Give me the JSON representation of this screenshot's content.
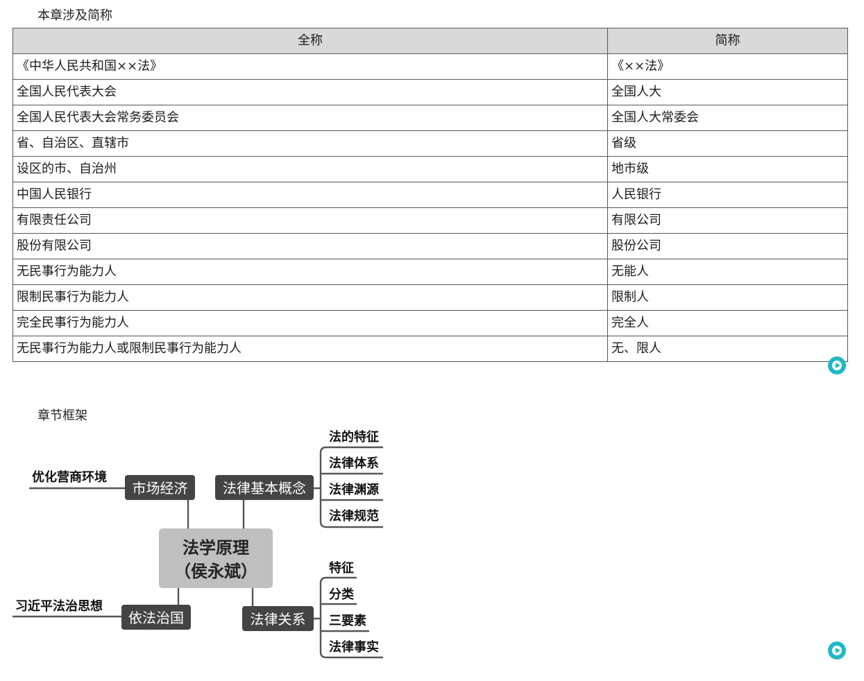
{
  "abbreviations": {
    "section_title": "本章涉及简称",
    "headers": {
      "full": "全称",
      "short": "简称"
    },
    "rows": [
      {
        "full": "《中华人民共和国××法》",
        "short": "《××法》"
      },
      {
        "full": "全国人民代表大会",
        "short": "全国人大"
      },
      {
        "full": "全国人民代表大会常务委员会",
        "short": "全国人大常委会"
      },
      {
        "full": "省、自治区、直辖市",
        "short": "省级"
      },
      {
        "full": "设区的市、自治州",
        "short": "地市级"
      },
      {
        "full": "中国人民银行",
        "short": "人民银行"
      },
      {
        "full": "有限责任公司",
        "short": "有限公司"
      },
      {
        "full": "股份有限公司",
        "short": "股份公司"
      },
      {
        "full": "无民事行为能力人",
        "short": "无能人"
      },
      {
        "full": "限制民事行为能力人",
        "short": "限制人"
      },
      {
        "full": "完全民事行为能力人",
        "short": "完全人"
      },
      {
        "full": "无民事行为能力人或限制民事行为能力人",
        "short": "无、限人"
      }
    ]
  },
  "framework": {
    "section_title": "章节框架",
    "center": {
      "line1": "法学原理",
      "line2": "（侯永斌）"
    },
    "market_economy": {
      "label": "市场经济",
      "leaf": "优化营商环境"
    },
    "basic_concepts": {
      "label": "法律基本概念",
      "leaves": [
        "法的特征",
        "法律体系",
        "法律渊源",
        "法律规范"
      ]
    },
    "rule_of_law": {
      "label": "依法治国",
      "leaf": "习近平法治思想"
    },
    "legal_relations": {
      "label": "法律关系",
      "leaves": [
        "特征",
        "分类",
        "三要素",
        "法律事实"
      ]
    }
  },
  "colors": {
    "accent": "#1fb8c7",
    "node_dark": "#444444",
    "node_center": "#bfbfbf",
    "header_bg": "#d9d9d9"
  },
  "icons": [
    "play-icon"
  ]
}
